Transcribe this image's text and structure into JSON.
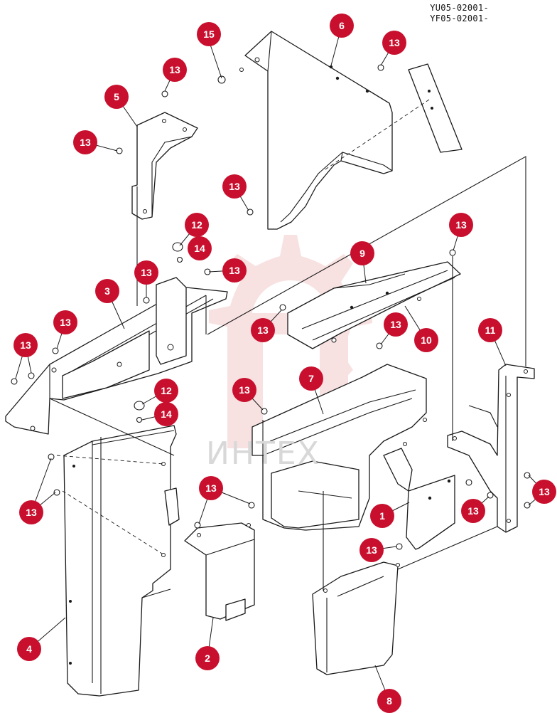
{
  "header": {
    "code_line_1": "YU05-02001-",
    "code_line_2": "YF05-02001-"
  },
  "watermark": {
    "text": "ИНТЕХ"
  },
  "colors": {
    "callout_badge": "#c8102e",
    "watermark_gear": "#f3c9c9",
    "line_art": "#1a1a1a"
  },
  "callouts": [
    {
      "id": "c-15",
      "label": "15"
    },
    {
      "id": "c-6",
      "label": "6"
    },
    {
      "id": "c-13-a",
      "label": "13"
    },
    {
      "id": "c-13-b",
      "label": "13"
    },
    {
      "id": "c-5",
      "label": "5"
    },
    {
      "id": "c-13-c",
      "label": "13"
    },
    {
      "id": "c-13-d",
      "label": "13"
    },
    {
      "id": "c-12-a",
      "label": "12"
    },
    {
      "id": "c-14-a",
      "label": "14"
    },
    {
      "id": "c-13-e",
      "label": "13"
    },
    {
      "id": "c-13-f",
      "label": "13"
    },
    {
      "id": "c-13-g",
      "label": "13"
    },
    {
      "id": "c-9",
      "label": "9"
    },
    {
      "id": "c-3",
      "label": "3"
    },
    {
      "id": "c-13-h",
      "label": "13"
    },
    {
      "id": "c-13-i",
      "label": "13"
    },
    {
      "id": "c-13-j",
      "label": "13"
    },
    {
      "id": "c-10",
      "label": "10"
    },
    {
      "id": "c-11",
      "label": "11"
    },
    {
      "id": "c-13-k",
      "label": "13"
    },
    {
      "id": "c-7",
      "label": "7"
    },
    {
      "id": "c-13-l",
      "label": "13"
    },
    {
      "id": "c-12-b",
      "label": "12"
    },
    {
      "id": "c-14-b",
      "label": "14"
    },
    {
      "id": "c-13-m",
      "label": "13"
    },
    {
      "id": "c-13-n",
      "label": "13"
    },
    {
      "id": "c-13-o",
      "label": "13"
    },
    {
      "id": "c-13-p",
      "label": "13"
    },
    {
      "id": "c-1",
      "label": "1"
    },
    {
      "id": "c-13-q",
      "label": "13"
    },
    {
      "id": "c-4",
      "label": "4"
    },
    {
      "id": "c-2",
      "label": "2"
    },
    {
      "id": "c-8",
      "label": "8"
    }
  ]
}
